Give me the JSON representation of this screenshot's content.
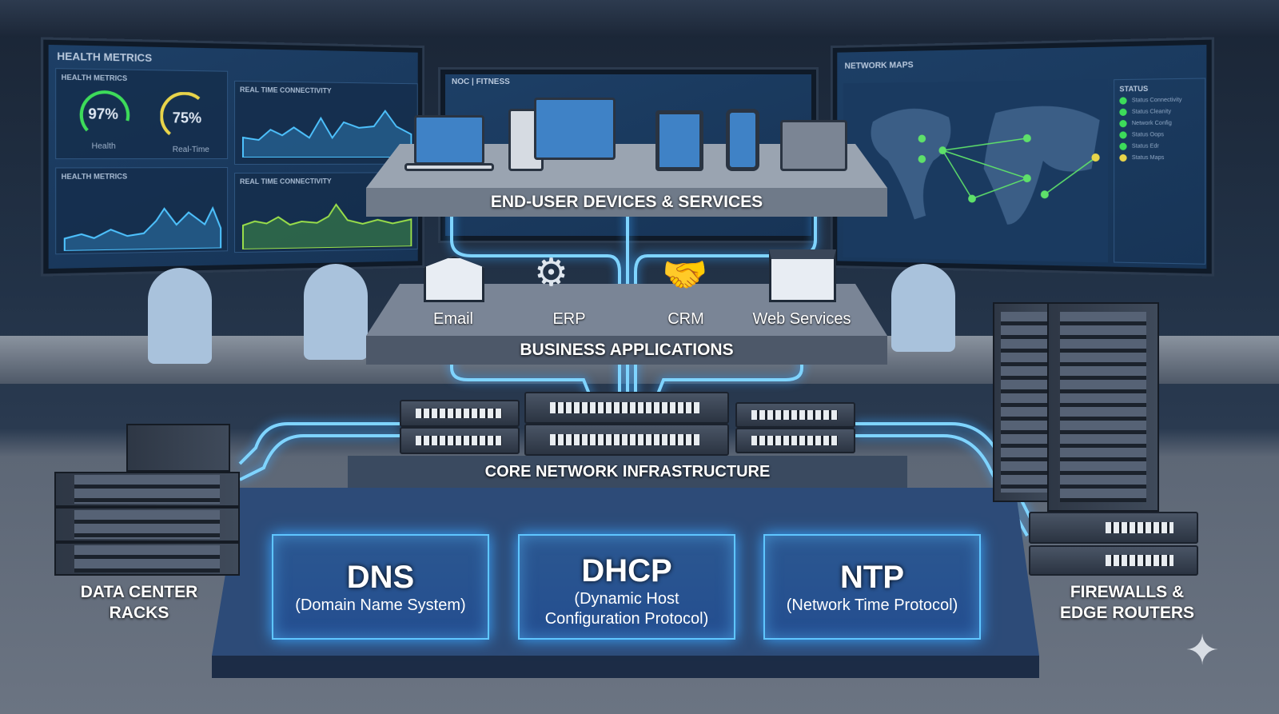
{
  "dashboards": {
    "left": {
      "title": "HEALTH METRICS",
      "gauges_panel_title": "HEALTH METRICS",
      "gauges": [
        {
          "value": "97%",
          "label": "Health",
          "percent": 97,
          "color": "#3ddc5a"
        },
        {
          "value": "75%",
          "label": "Real-Time",
          "percent": 75,
          "color": "#e8d44a"
        }
      ],
      "panels": [
        "REAL TIME CONNECTIVITY",
        "HEALTH METRICS",
        "REAL TIME CONNECTIVITY"
      ]
    },
    "center": {
      "title": "NOC | FITNESS"
    },
    "right": {
      "title": "NETWORK MAPS",
      "status_title": "STATUS",
      "status_items": [
        "Status Connectivity",
        "Status Cleanity",
        "Network Config",
        "Status Oops",
        "Status Edr",
        "Status Maps"
      ]
    }
  },
  "layers": {
    "end_user": {
      "label": "END-USER DEVICES & SERVICES",
      "devices": [
        "laptop",
        "desktop",
        "tablet",
        "smartphone",
        "desk-phone"
      ]
    },
    "business": {
      "label": "BUSINESS APPLICATIONS",
      "apps": [
        {
          "label": "Email",
          "icon": "envelope"
        },
        {
          "label": "ERP",
          "icon": "gear-chart"
        },
        {
          "label": "CRM",
          "icon": "handshake"
        },
        {
          "label": "Web Services",
          "icon": "browser-window"
        }
      ]
    },
    "core": {
      "label": "CORE NETWORK INFRASTRUCTURE"
    },
    "services": [
      {
        "name": "DNS",
        "full": "(Domain Name System)"
      },
      {
        "name": "DHCP",
        "full_line1": "(Dynamic Host",
        "full_line2": "Configuration Protocol)"
      },
      {
        "name": "NTP",
        "full": "(Network Time Protocol)"
      }
    ]
  },
  "sides": {
    "left": {
      "line1": "DATA CENTER",
      "line2": "RACKS"
    },
    "right": {
      "line1": "FIREWALLS &",
      "line2": "EDGE ROUTERS"
    }
  },
  "colors": {
    "glow": "#5fc6ff",
    "green": "#3ddc5a",
    "yellow": "#e8d44a"
  }
}
